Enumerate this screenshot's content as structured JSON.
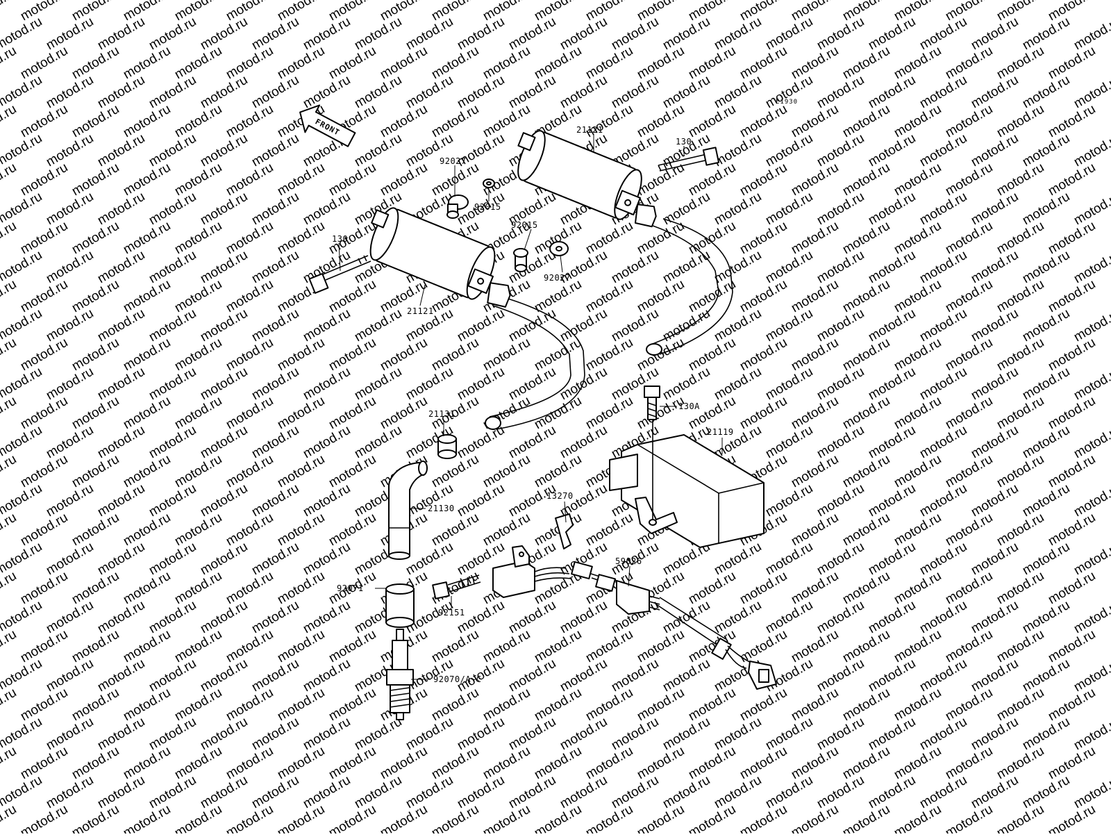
{
  "diagram": {
    "code": "E1930",
    "front_label": "FRONT",
    "watermark": "motod.ru",
    "colors": {
      "line": "#000000",
      "background": "#ffffff",
      "watermark": "#cfcfcf"
    },
    "parts": [
      {
        "id": "coil-front",
        "label": "21121"
      },
      {
        "id": "coil-rear",
        "label": "21121"
      },
      {
        "id": "bolt-front",
        "label": "130"
      },
      {
        "id": "bolt-rear",
        "label": "130"
      },
      {
        "id": "collar-upper",
        "label": "92027"
      },
      {
        "id": "bushing-upper",
        "label": "92015"
      },
      {
        "id": "bushing-lower",
        "label": "92015"
      },
      {
        "id": "collar-lower",
        "label": "92027"
      },
      {
        "id": "plug-cap-seal",
        "label": "21131"
      },
      {
        "id": "plug-cap",
        "label": "21130"
      },
      {
        "id": "plug-boot-seal",
        "label": "92071"
      },
      {
        "id": "spark-plug",
        "label": "92070/A~C"
      },
      {
        "id": "igniter-bolt",
        "label": "130A"
      },
      {
        "id": "igniter",
        "label": "21119"
      },
      {
        "id": "pickup-plate",
        "label": "13270"
      },
      {
        "id": "grommet",
        "label": "59026"
      },
      {
        "id": "pickup-bolt",
        "label": "92151"
      }
    ]
  }
}
